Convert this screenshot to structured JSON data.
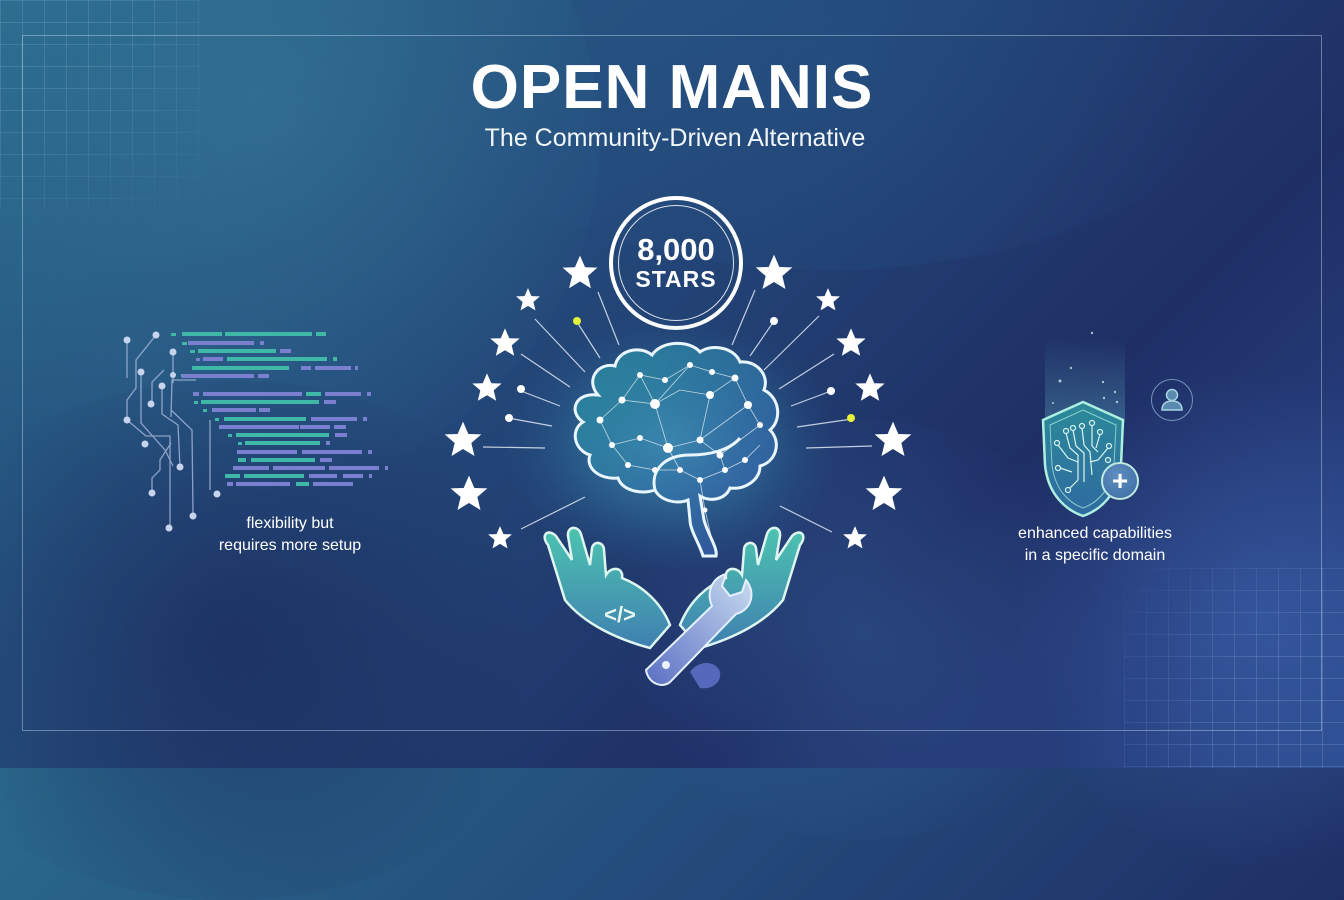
{
  "header": {
    "title": "OPEN MANIS",
    "subtitle": "The Community-Driven Alternative"
  },
  "badge": {
    "count": "8,000",
    "label": "STARS"
  },
  "left_panel": {
    "icon": "code-circuit-icon",
    "caption_line1": "flexibility but",
    "caption_line2": "requires more setup"
  },
  "center": {
    "icon": "brain-network-icon",
    "hands_icon": "hands-icon",
    "code_symbol": "</>",
    "tool_icon": "wrench-icon",
    "star_icon": "star-icon",
    "star_count": 14
  },
  "right_panel": {
    "icon": "shield-circuit-icon",
    "plus_icon": "plus-icon",
    "plus_symbol": "+",
    "user_icon": "user-icon",
    "caption_line1": "enhanced capabilities",
    "caption_line2": "in a specific domain"
  },
  "colors": {
    "teal": "#3fb8a8",
    "purple": "#7b7fd0",
    "accent_yellow": "#e4f23a",
    "bg_top_left": "#2a6a8c",
    "bg_bottom_right": "#2b4a8e"
  }
}
